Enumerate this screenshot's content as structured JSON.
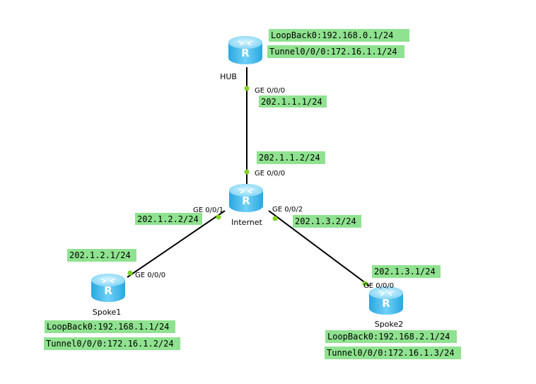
{
  "devices": {
    "hub": {
      "name": "HUB",
      "icon": "router-icon",
      "letter": "R"
    },
    "internet": {
      "name": "Internet",
      "icon": "router-icon",
      "letter": "R"
    },
    "spoke1": {
      "name": "Spoke1",
      "icon": "router-icon",
      "letter": "R"
    },
    "spoke2": {
      "name": "Spoke2",
      "icon": "router-icon",
      "letter": "R"
    }
  },
  "ports": {
    "hub_ge": "GE 0/0/0",
    "internet_ge0": "GE 0/0/0",
    "internet_ge1": "GE 0/0/1",
    "internet_ge2": "GE 0/0/2",
    "spoke1_ge": "GE 0/0/0",
    "spoke2_ge": "GE 0/0/0"
  },
  "labels": {
    "hub_loopback": "LoopBack0:192.168.0.1/24",
    "hub_tunnel": "Tunnel0/0/0:172.16.1.1/24",
    "hub_ge_ip": "202.1.1.1/24",
    "internet_ge0_ip": "202.1.1.2/24",
    "internet_ge1_ip": "202.1.2.2/24",
    "internet_ge2_ip": "202.1.3.2/24",
    "spoke1_ge_ip": "202.1.2.1/24",
    "spoke1_loopback": "LoopBack0:192.168.1.1/24",
    "spoke1_tunnel": "Tunnel0/0/0:172.16.1.2/24",
    "spoke2_ge_ip": "202.1.3.1/24",
    "spoke2_loopback": "LoopBack0:192.168.2.1/24",
    "spoke2_tunnel": "Tunnel0/0/0:172.16.1.3/24"
  },
  "colors": {
    "label_bg": "#8fe28f",
    "port_dot": "#7ed321",
    "router_top": "#9fe3fb",
    "router_body": "#3fb8ec"
  }
}
